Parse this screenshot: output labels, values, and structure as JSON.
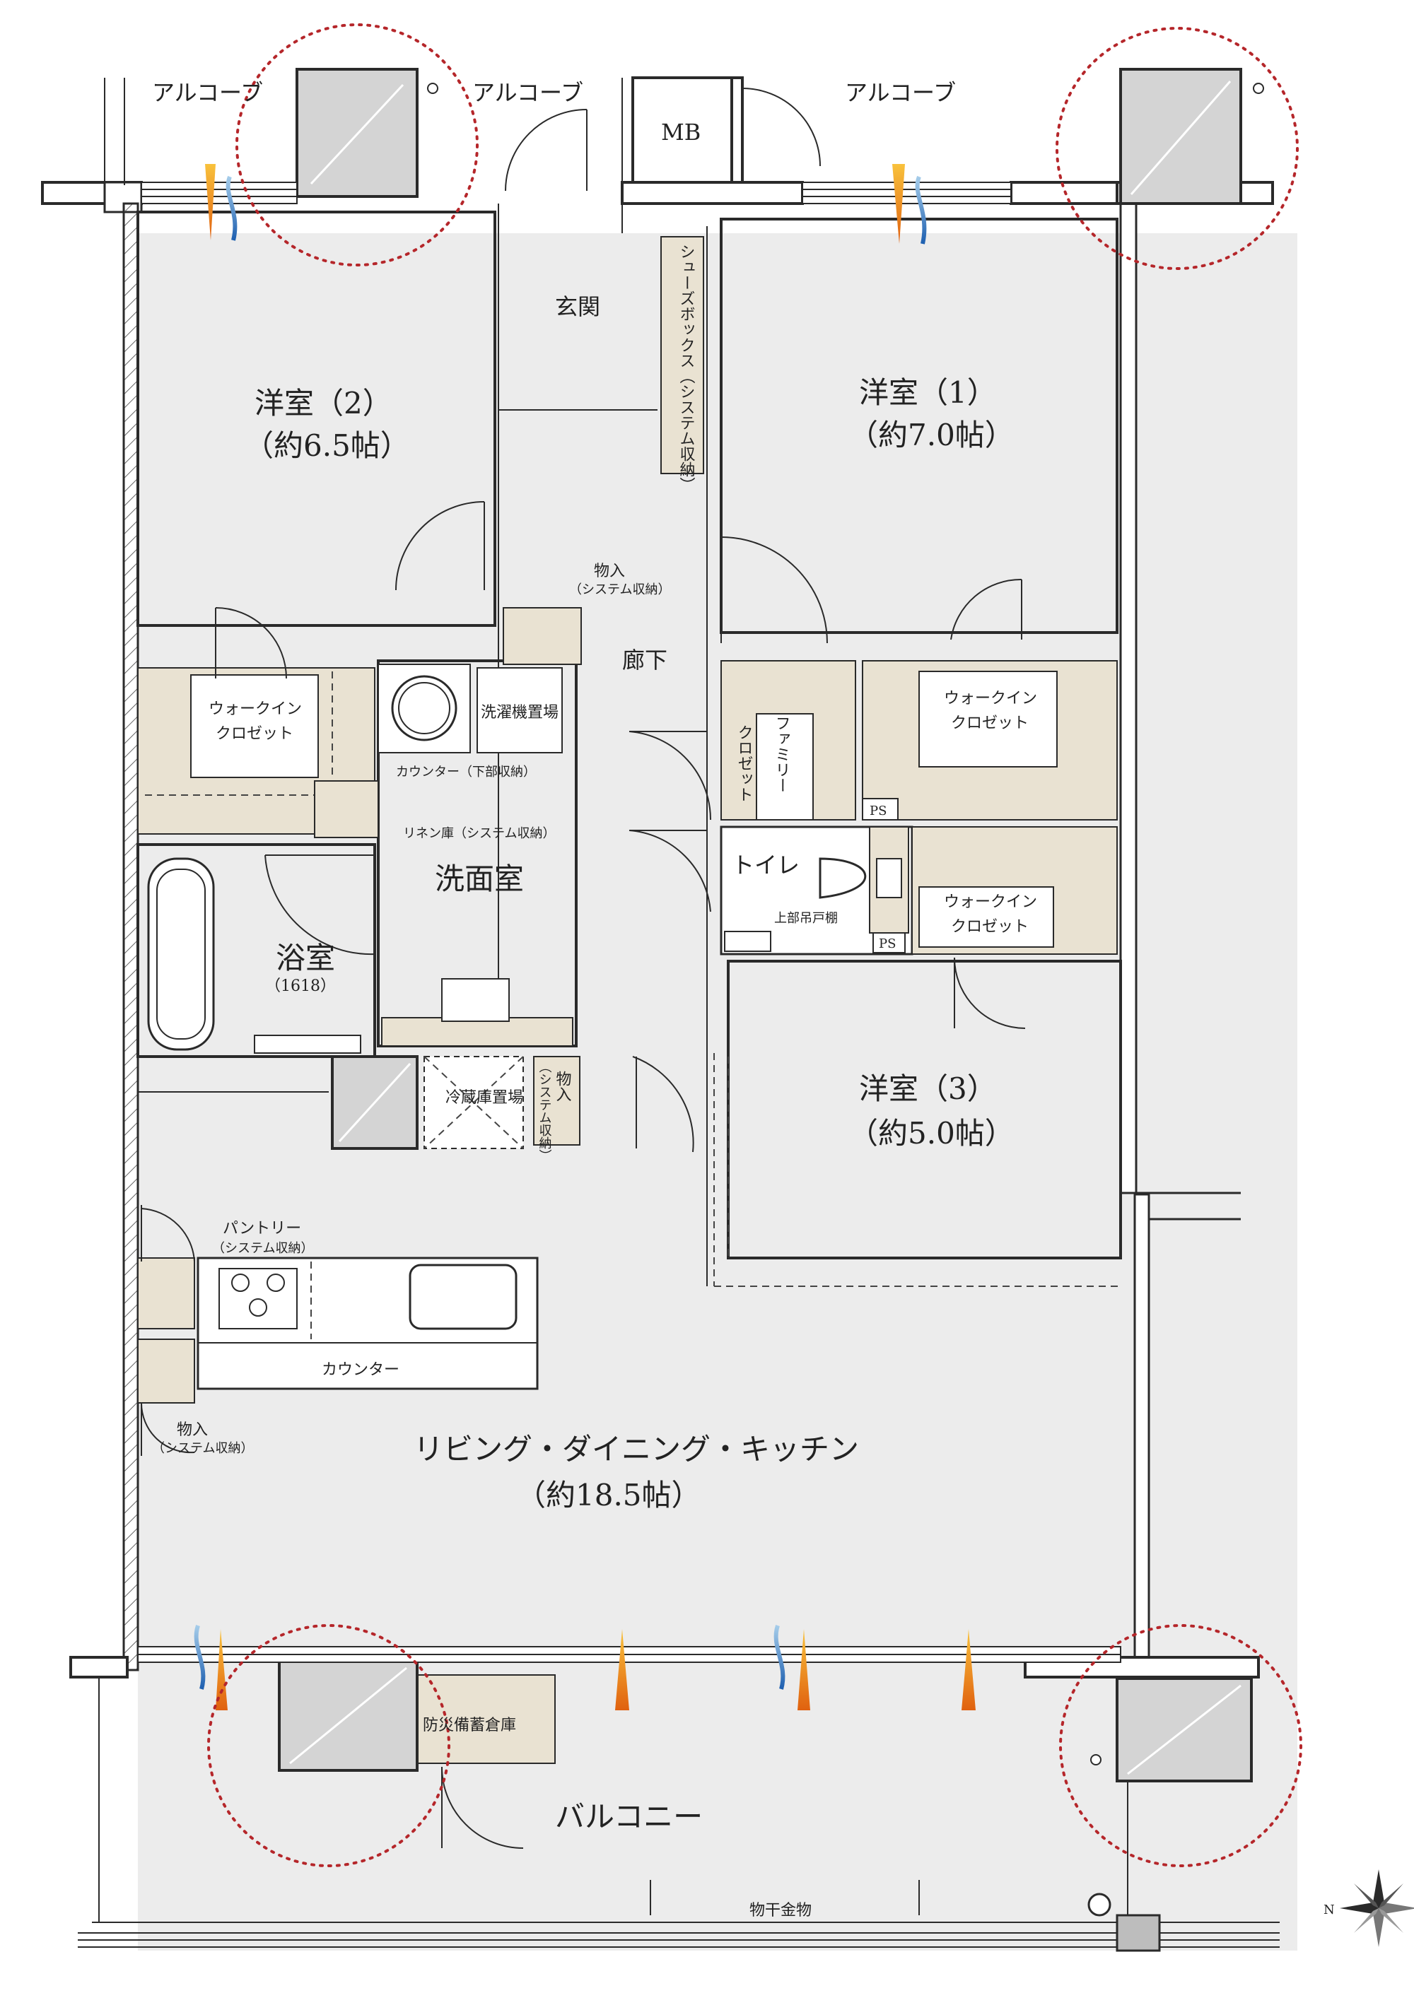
{
  "rooms": {
    "alcove_left": "アルコーブ",
    "alcove_center": "アルコーブ",
    "alcove_right": "アルコーブ",
    "mb": "MB",
    "entrance": "玄関",
    "shoe_box": "シューズボックス（システム収納）",
    "western2_name": "洋室（2）",
    "western2_size": "（約6.5帖）",
    "western1_name": "洋室（1）",
    "western1_size": "（約7.0帖）",
    "storage_hall_title": "物入",
    "storage_hall_sub": "（システム収納）",
    "hallway": "廊下",
    "wic_left_1": "ウォークイン",
    "wic_left_2": "クロゼット",
    "washer": "洗濯機置場",
    "counter_lower": "カウンター（下部収納）",
    "linen": "リネン庫（システム収納）",
    "washroom": "洗面室",
    "family_closet_1": "ファミリー",
    "family_closet_2": "クロゼット",
    "wic_right_top_1": "ウォークイン",
    "wic_right_top_2": "クロゼット",
    "ps_top": "PS",
    "toilet": "トイレ",
    "upper_shelf": "上部吊戸棚",
    "ps_bottom": "PS",
    "wic_right_bottom_1": "ウォークイン",
    "wic_right_bottom_2": "クロゼット",
    "bath_name": "浴室",
    "bath_size": "（1618）",
    "fridge": "冷蔵庫置場",
    "storage_kitchen_title": "物入",
    "storage_kitchen_sub": "（システム収納）",
    "western3_name": "洋室（3）",
    "western3_size": "（約5.0帖）",
    "pantry_title": "パントリー",
    "pantry_sub": "（システム収納）",
    "counter": "カウンター",
    "storage_left_title": "物入",
    "storage_left_sub": "（システム収納）",
    "ldk_name": "リビング・ダイニング・キッチン",
    "ldk_size": "（約18.5帖）",
    "disaster_storage": "防災備蓄倉庫",
    "balcony": "バルコニー",
    "laundry_hanger": "物干金物",
    "compass_n": "N"
  },
  "colors": {
    "storage_fill": "#e9e2d2",
    "pillar_fill": "#d4d4d4",
    "circle_mark": "#b5262a",
    "warm_vent": "#f39a1e",
    "cool_vent": "#4a86c8"
  }
}
